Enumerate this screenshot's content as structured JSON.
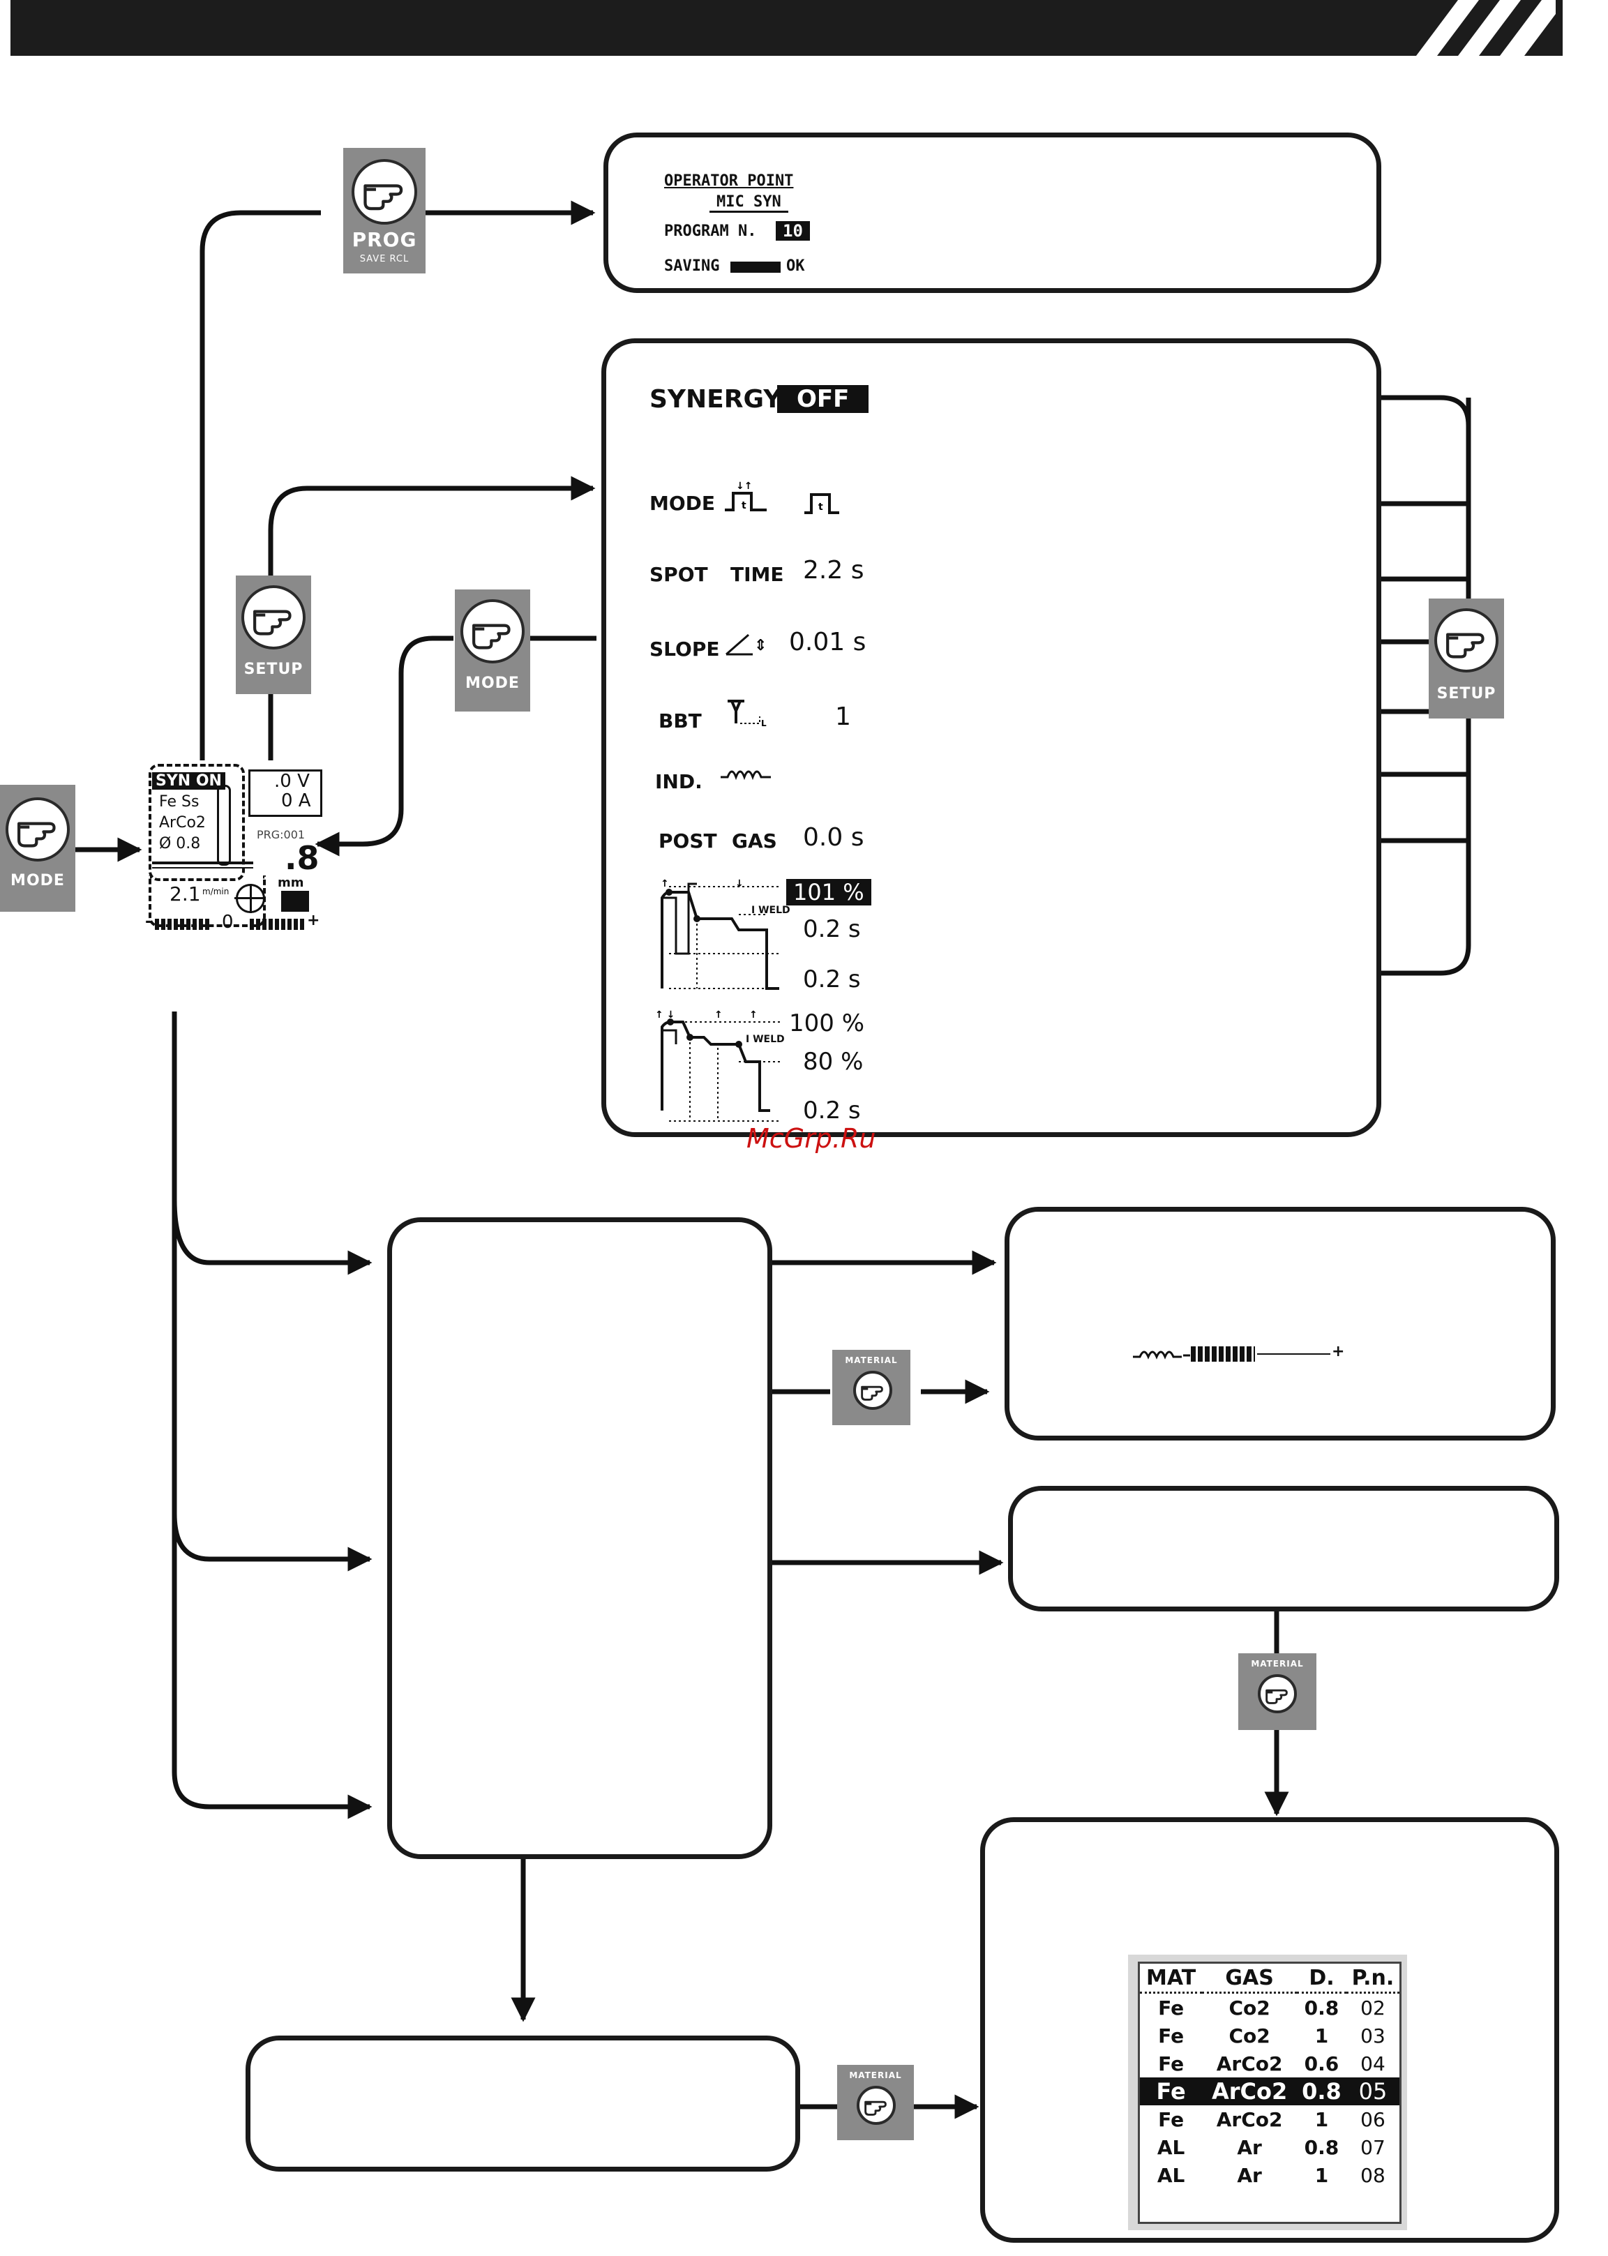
{
  "prog_panel": {
    "title": "OPERATOR POINT",
    "subtitle": "MIC SYN",
    "program_label": "PROGRAM N.",
    "program_value": "10",
    "saving_label": "SAVING",
    "saving_status": "OK"
  },
  "setup_panel": {
    "synergy_label": "SYNERGY",
    "synergy_value": "OFF",
    "mode_label": "MODE",
    "spot_label": "SPOT",
    "time_label": "TIME",
    "spot_time_value": "2.2 s",
    "slope_label": "SLOPE",
    "slope_value": "0.01 s",
    "bbt_label": "BBT",
    "bbt_value": "1",
    "ind_label": "IND.",
    "post_label": "POST",
    "gas_label": "GAS",
    "post_gas_value": "0.0 s",
    "graph1_value1": "101 %",
    "graph1_value2": "0.2 s",
    "graph1_value3": "0.2 s",
    "graph1_iweld": "I WELD",
    "graph2_value1": "100 %",
    "graph2_value2": "80 %",
    "graph2_value3": "0.2 s",
    "graph2_iweld": "I WELD"
  },
  "main_display": {
    "syn_label": "SYN",
    "syn_value": "ON",
    "material": "Fe Ss",
    "gas": "ArCo2",
    "diameter": "Ø 0.8",
    "volt": ".0 V",
    "amp": "0 A",
    "prg": "PRG:001",
    "big_value": ".8",
    "unit": "mm",
    "speed_value": "2.1",
    "speed_unit": "m/min",
    "bar_zero": "0",
    "bar_minus": "-",
    "bar_plus": "+"
  },
  "inductance_panel": {
    "bar_plus": "+"
  },
  "material_table": {
    "headers": [
      "MAT",
      "GAS",
      "D.",
      "P.n."
    ],
    "rows": [
      [
        "Fe",
        "Co2",
        "0.8",
        "02"
      ],
      [
        "Fe",
        "Co2",
        "1",
        "03"
      ],
      [
        "Fe",
        "ArCo2",
        "0.6",
        "04"
      ],
      [
        "Fe",
        "ArCo2",
        "0.8",
        "05"
      ],
      [
        "Fe",
        "ArCo2",
        "1",
        "06"
      ],
      [
        "AL",
        "Ar",
        "0.8",
        "07"
      ],
      [
        "AL",
        "Ar",
        "1",
        "08"
      ]
    ],
    "selected_row": 3
  },
  "buttons": {
    "prog": "PROG",
    "prog_sub": "SAVE RCL",
    "setup": "SETUP",
    "mode": "MODE",
    "material": "MATERIAL"
  },
  "watermark": "McGrp.Ru"
}
